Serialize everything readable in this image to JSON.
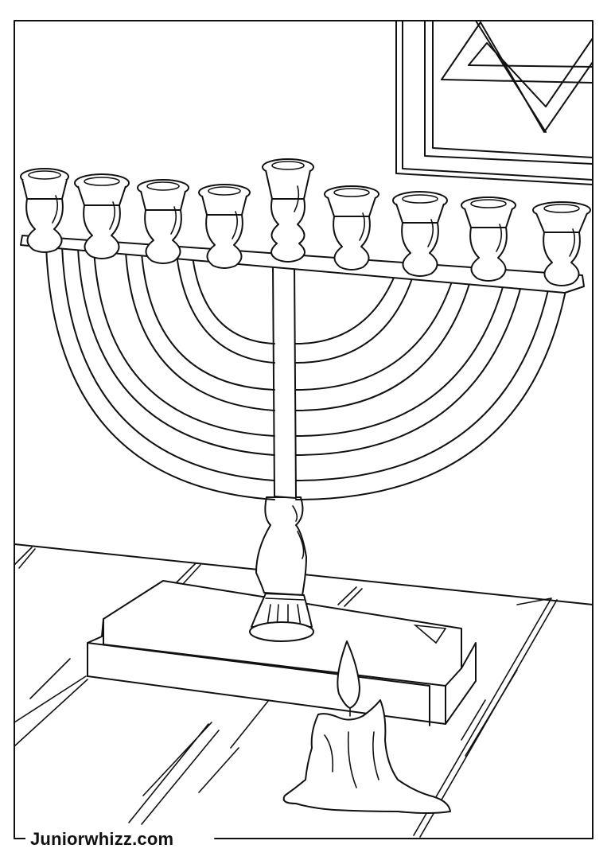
{
  "page": {
    "type": "coloring-page",
    "subject": "Hanukkah menorah with nine candle cups, Star of David frame on wall, melting candle on floor",
    "credit_text": "Juniorwhizz.com"
  },
  "colors": {
    "line": "#111111",
    "background": "#ffffff"
  },
  "menorah": {
    "cup_count": 9,
    "arm_count": 8
  }
}
